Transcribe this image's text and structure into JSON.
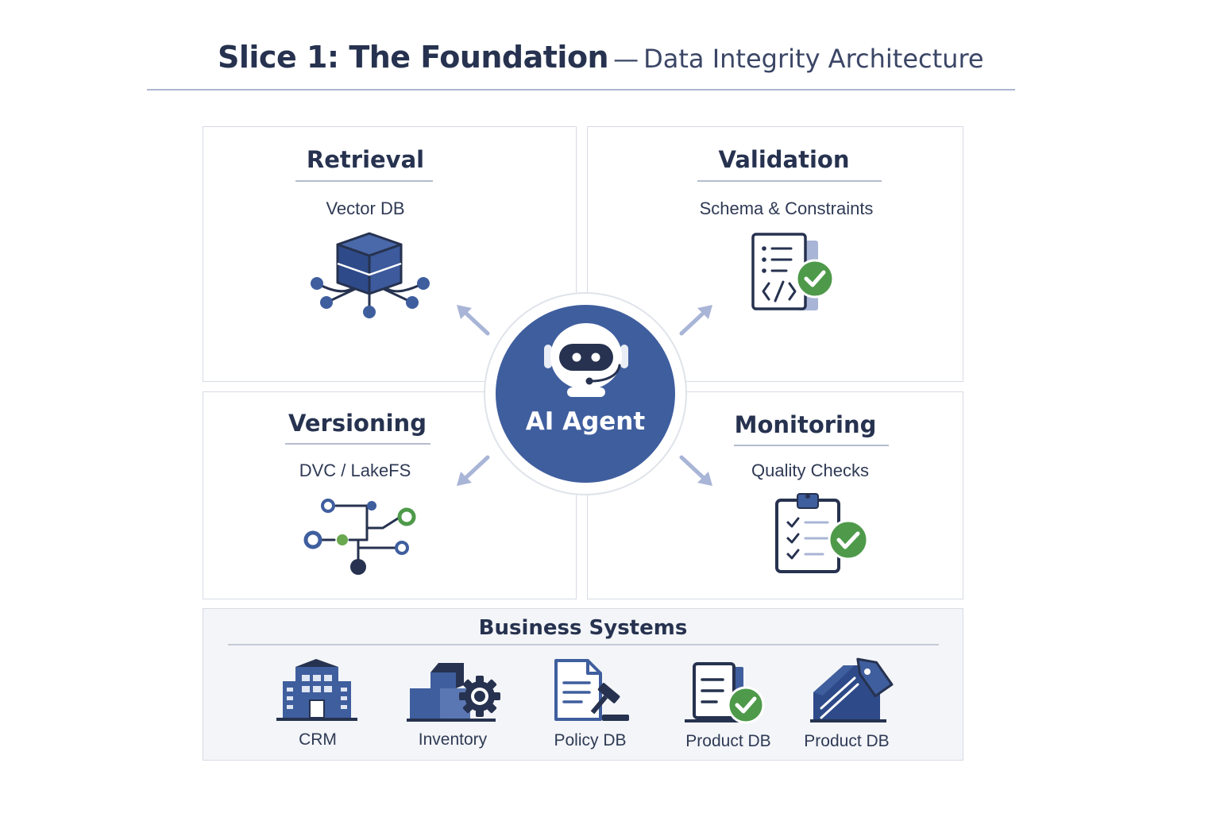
{
  "header": {
    "title": "Slice 1: The Foundation",
    "separator": "—",
    "subtitle": "Data Integrity Architecture"
  },
  "hub": {
    "label": "AI Agent",
    "icon": "robot-icon",
    "color": "#3f5e9e"
  },
  "panels": {
    "retrieval": {
      "title": "Retrieval",
      "subtitle": "Vector DB",
      "icon": "vector-db-icon"
    },
    "validation": {
      "title": "Validation",
      "subtitle": "Schema & Constraints",
      "icon": "schema-check-icon"
    },
    "versioning": {
      "title": "Versioning",
      "subtitle": "DVC / LakeFS",
      "icon": "branch-graph-icon"
    },
    "monitoring": {
      "title": "Monitoring",
      "subtitle": "Quality Checks",
      "icon": "clipboard-check-icon"
    }
  },
  "business": {
    "title": "Business Systems",
    "systems": [
      {
        "label": "CRM",
        "icon": "building-icon"
      },
      {
        "label": "Inventory",
        "icon": "boxes-gear-icon"
      },
      {
        "label": "Policy DB",
        "icon": "document-gavel-icon"
      },
      {
        "label": "Product DB",
        "icon": "document-check-icon"
      },
      {
        "label": "Product DB",
        "icon": "tag-icon"
      }
    ]
  },
  "colors": {
    "navy": "#26324f",
    "blue": "#3f5e9e",
    "green": "#4e9a4a",
    "arrow": "#a9b5d6"
  }
}
